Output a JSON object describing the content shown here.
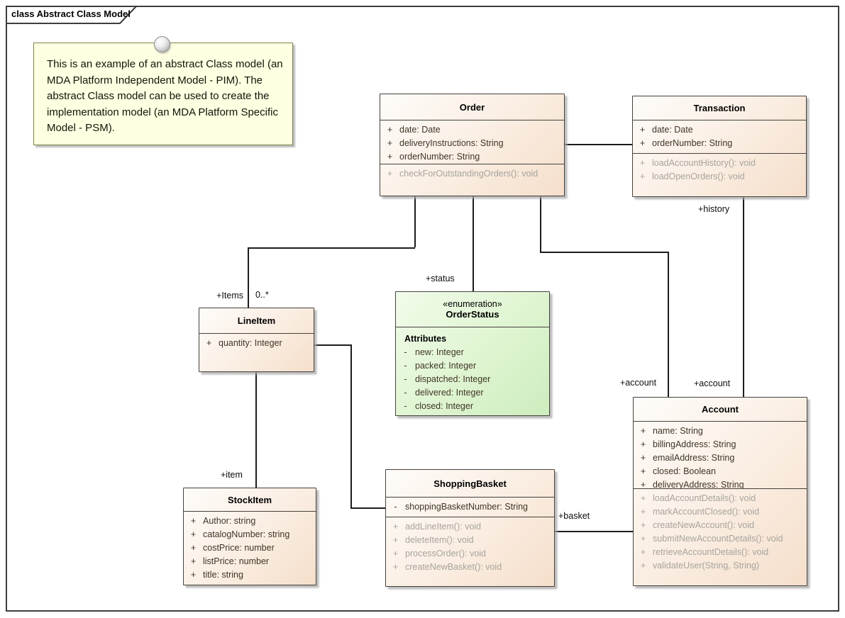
{
  "frame": {
    "title": "class Abstract Class Model"
  },
  "note": {
    "text": "This is an example of an abstract Class model (an MDA Platform Independent Model - PIM). The abstract Class model can be used to create the implementation model (an MDA Platform Specific Model - PSM)."
  },
  "classes": {
    "order": {
      "name": "Order",
      "attributes": [
        {
          "v": "+",
          "t": "date: Date"
        },
        {
          "v": "+",
          "t": "deliveryInstructions: String"
        },
        {
          "v": "+",
          "t": "orderNumber: String"
        }
      ],
      "operations": [
        {
          "v": "+",
          "t": "checkForOutstandingOrders(): void"
        }
      ]
    },
    "transaction": {
      "name": "Transaction",
      "attributes": [
        {
          "v": "+",
          "t": "date: Date"
        },
        {
          "v": "+",
          "t": "orderNumber: String"
        }
      ],
      "operations": [
        {
          "v": "+",
          "t": "loadAccountHistory(): void"
        },
        {
          "v": "+",
          "t": "loadOpenOrders(): void"
        }
      ]
    },
    "lineitem": {
      "name": "LineItem",
      "attributes": [
        {
          "v": "+",
          "t": "quantity: Integer"
        }
      ]
    },
    "orderstatus": {
      "stereotype": "«enumeration»",
      "name": "OrderStatus",
      "attributes_heading": "Attributes",
      "attributes": [
        {
          "v": "-",
          "t": "new: Integer"
        },
        {
          "v": "-",
          "t": "packed: Integer"
        },
        {
          "v": "-",
          "t": "dispatched: Integer"
        },
        {
          "v": "-",
          "t": "delivered: Integer"
        },
        {
          "v": "-",
          "t": "closed: Integer"
        }
      ]
    },
    "stockitem": {
      "name": "StockItem",
      "attributes": [
        {
          "v": "+",
          "t": "Author: string"
        },
        {
          "v": "+",
          "t": "catalogNumber: string"
        },
        {
          "v": "+",
          "t": "costPrice: number"
        },
        {
          "v": "+",
          "t": "listPrice: number"
        },
        {
          "v": "+",
          "t": "title: string"
        }
      ]
    },
    "shoppingbasket": {
      "name": "ShoppingBasket",
      "attributes": [
        {
          "v": "-",
          "t": "shoppingBasketNumber: String"
        }
      ],
      "operations": [
        {
          "v": "+",
          "t": "addLineItem(): void"
        },
        {
          "v": "+",
          "t": "deleteItem(): void"
        },
        {
          "v": "+",
          "t": "processOrder(): void"
        },
        {
          "v": "+",
          "t": "createNewBasket(): void"
        }
      ]
    },
    "account": {
      "name": "Account",
      "attributes": [
        {
          "v": "+",
          "t": "name: String"
        },
        {
          "v": "+",
          "t": "billingAddress: String"
        },
        {
          "v": "+",
          "t": "emailAddress: String"
        },
        {
          "v": "+",
          "t": "closed: Boolean"
        },
        {
          "v": "+",
          "t": "deliveryAddress: String"
        }
      ],
      "operations": [
        {
          "v": "+",
          "t": "loadAccountDetails(): void"
        },
        {
          "v": "+",
          "t": "markAccountClosed(): void"
        },
        {
          "v": "+",
          "t": "createNewAccount(): void"
        },
        {
          "v": "+",
          "t": "submitNewAccountDetails(): void"
        },
        {
          "v": "+",
          "t": "retrieveAccountDetails(): void"
        },
        {
          "v": "+",
          "t": "validateUser(String, String)"
        }
      ]
    }
  },
  "connector_labels": {
    "items_role": "+Items",
    "items_multiplicity": "0..*",
    "status_role": "+status",
    "history_role": "+history",
    "account_role_order": "+account",
    "account_role_transaction": "+account",
    "item_role": "+item",
    "basket_role": "+basket"
  }
}
